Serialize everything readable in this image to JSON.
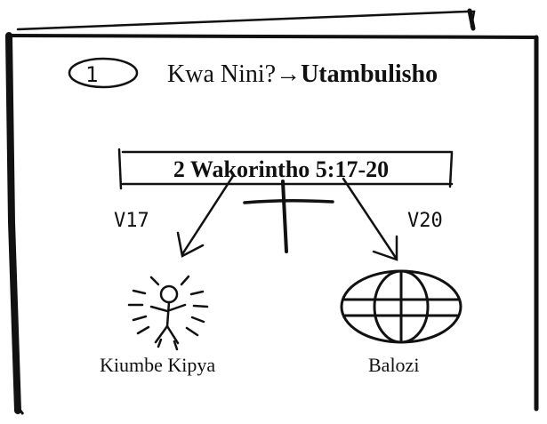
{
  "card": {
    "step_number": "1",
    "heading_prefix": "Kwa Nini?→",
    "heading_bold": "Utambulisho",
    "reference": "2 Wakorintho 5:17-20"
  },
  "branches": [
    {
      "verse": "V17",
      "icon": "radiant-person-icon",
      "caption": "Kiumbe Kipya"
    },
    {
      "verse": "V20",
      "icon": "globe-icon",
      "caption": "Balozi"
    }
  ],
  "center_icon": "cross-icon"
}
